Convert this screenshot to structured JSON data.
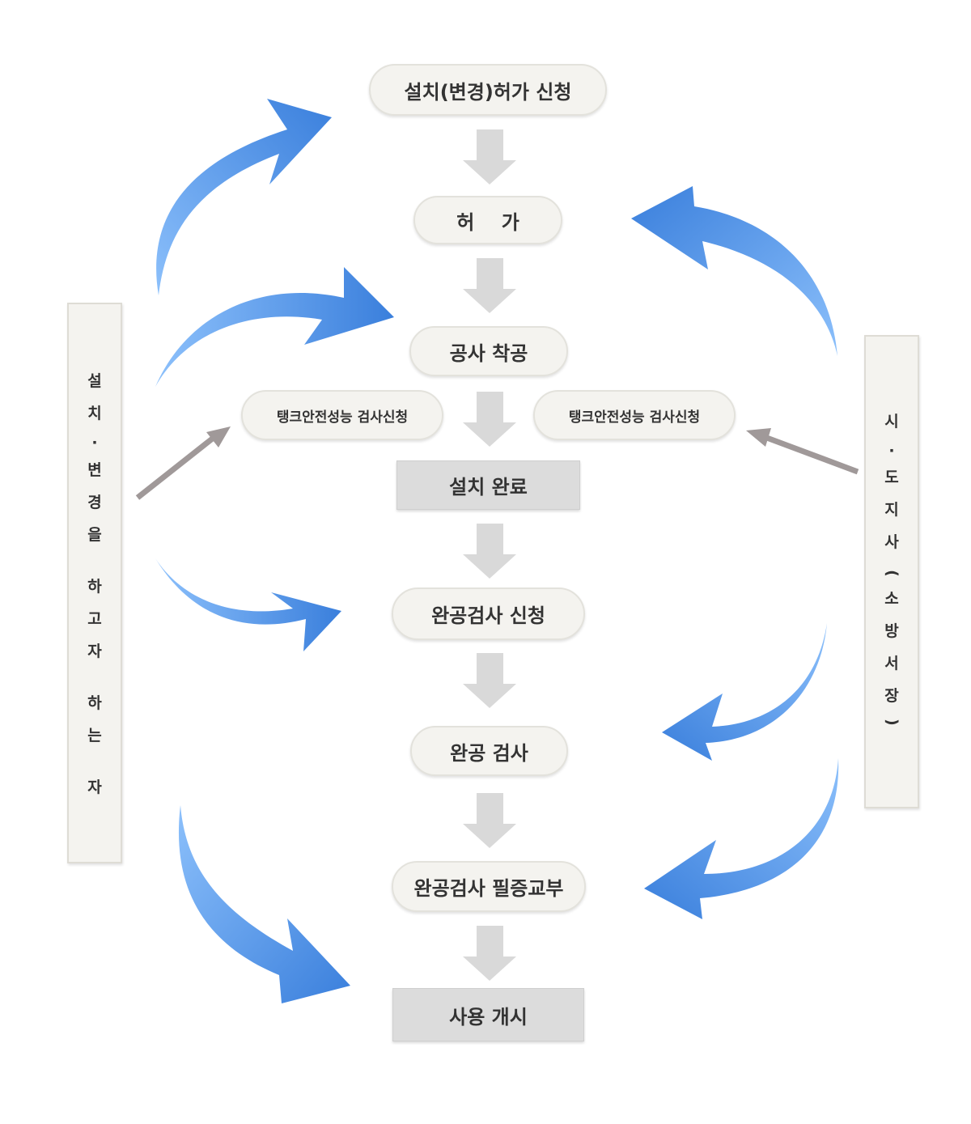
{
  "steps": [
    {
      "id": "application",
      "label": "설치(변경)허가 신청"
    },
    {
      "id": "permit",
      "label": "허    가"
    },
    {
      "id": "construction-start",
      "label": "공사 착공"
    },
    {
      "id": "installation-complete",
      "label": "설치 완료"
    },
    {
      "id": "completion-inspection-application",
      "label": "완공검사 신청"
    },
    {
      "id": "completion-inspection",
      "label": "완공 검사"
    },
    {
      "id": "certificate-issuance",
      "label": "완공검사 필증교부"
    },
    {
      "id": "start-of-use",
      "label": "사용 개시"
    }
  ],
  "tank_inspection": {
    "left_label": "탱크안전성능 검사신청",
    "right_label": "탱크안전성능 검사신청"
  },
  "actors": {
    "left": {
      "label": "설치·변경을 하고자 하는 자",
      "chars": [
        "설",
        "치",
        "·",
        "변",
        "경",
        "을",
        "하",
        "고",
        "자",
        "하",
        "는",
        "자"
      ]
    },
    "right": {
      "label": "시·도지사(소방서장)",
      "chars": [
        "시",
        "·",
        "도",
        "지",
        "사",
        "(",
        "소",
        "방",
        "서",
        "장",
        ")"
      ]
    }
  },
  "colors": {
    "blue_arrow_dark": "#3a7fdc",
    "blue_arrow_light": "#8cc0fb",
    "gray_arrow": "#a09999",
    "flow_arrow": "#d9d9d9"
  }
}
